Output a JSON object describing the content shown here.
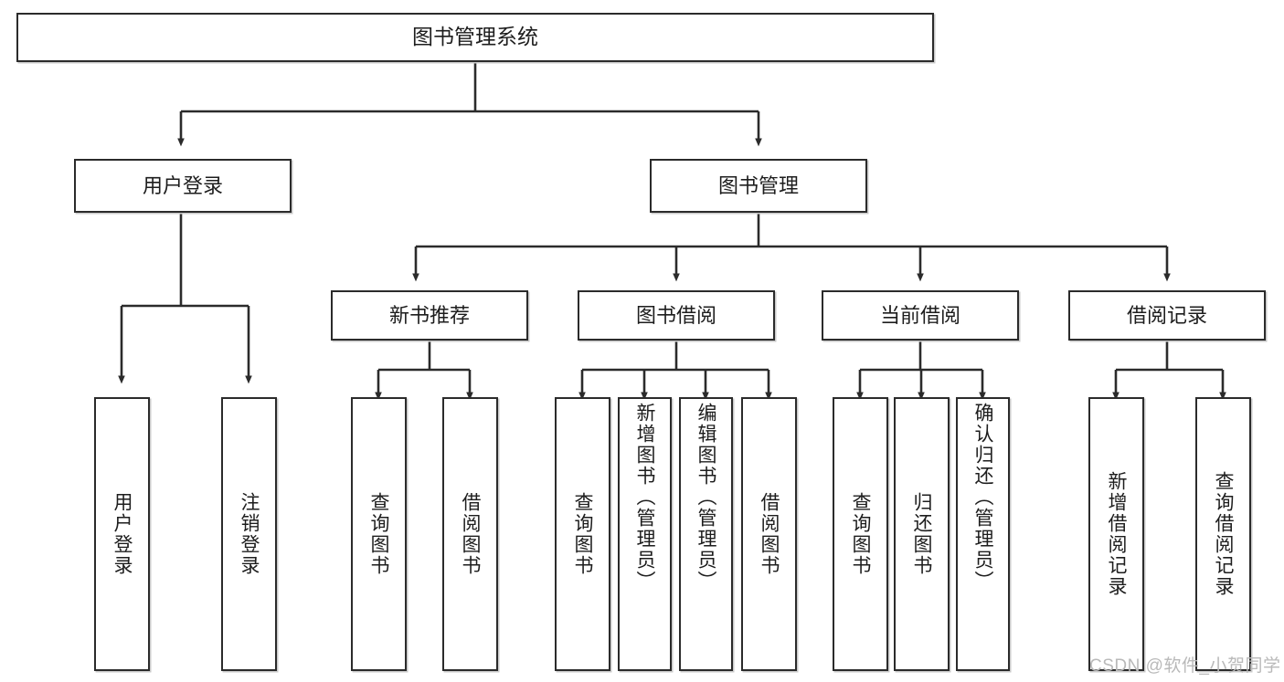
{
  "diagram": {
    "title": "图书管理系统",
    "type": "tree-hierarchy-chart",
    "root": {
      "label": "图书管理系统"
    },
    "level2": [
      {
        "label": "用户登录"
      },
      {
        "label": "图书管理"
      }
    ],
    "level3": [
      {
        "label": "新书推荐"
      },
      {
        "label": "图书借阅"
      },
      {
        "label": "当前借阅"
      },
      {
        "label": "借阅记录"
      }
    ],
    "leaves": {
      "user_login": [
        {
          "label": "用户登录"
        },
        {
          "label": "注销登录"
        }
      ],
      "new_book": [
        {
          "label": "查询图书"
        },
        {
          "label": "借阅图书"
        }
      ],
      "book_borrow": [
        {
          "label": "查询图书"
        },
        {
          "label": "新增图书（管理员）"
        },
        {
          "label": "编辑图书（管理员）"
        },
        {
          "label": "借阅图书"
        }
      ],
      "current_borrow": [
        {
          "label": "查询图书"
        },
        {
          "label": "归还图书"
        },
        {
          "label": "确认归还（管理员）"
        }
      ],
      "borrow_record": [
        {
          "label": "新增借阅记录"
        },
        {
          "label": "查询借阅记录"
        }
      ]
    },
    "watermark": "CSDN @软件_小贺同学",
    "colors": {
      "stroke": "#2b2b2b",
      "box_fill": "#ffffff",
      "text": "#1d1d1d",
      "shadow": "#c9c9c9",
      "watermark": "#b9b9b9",
      "background": "#ffffff"
    }
  }
}
